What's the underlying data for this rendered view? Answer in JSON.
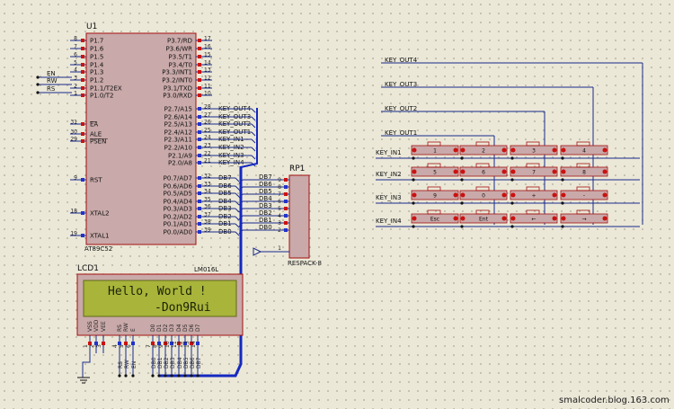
{
  "mcu": {
    "ref": "U1",
    "part": "AT89C52",
    "left_pins": [
      {
        "num": "8",
        "name": "P1.7"
      },
      {
        "num": "7",
        "name": "P1.6"
      },
      {
        "num": "6",
        "name": "P1.5"
      },
      {
        "num": "5",
        "name": "P1.4"
      },
      {
        "num": "4",
        "name": "P1.3"
      },
      {
        "num": "3",
        "name": "P1.2"
      },
      {
        "num": "2",
        "name": "P1.1/T2EX"
      },
      {
        "num": "1",
        "name": "P1.0/T2"
      },
      {
        "num": "31",
        "name": "EA"
      },
      {
        "num": "30",
        "name": "ALE"
      },
      {
        "num": "29",
        "name": "PSEN"
      },
      {
        "num": "9",
        "name": "RST"
      },
      {
        "num": "18",
        "name": "XTAL2"
      },
      {
        "num": "19",
        "name": "XTAL1"
      }
    ],
    "right_pins": [
      {
        "num": "17",
        "name": "P3.7/RD"
      },
      {
        "num": "16",
        "name": "P3.6/WR"
      },
      {
        "num": "15",
        "name": "P3.5/T1"
      },
      {
        "num": "14",
        "name": "P3.4/T0"
      },
      {
        "num": "13",
        "name": "P3.3/INT1"
      },
      {
        "num": "12",
        "name": "P3.2/INT0"
      },
      {
        "num": "11",
        "name": "P3.1/TXD"
      },
      {
        "num": "10",
        "name": "P3.0/RXD"
      },
      {
        "num": "28",
        "name": "P2.7/A15",
        "net": "KEY_OUT4"
      },
      {
        "num": "27",
        "name": "P2.6/A14",
        "net": "KEY_OUT3"
      },
      {
        "num": "26",
        "name": "P2.5/A13",
        "net": "KEY_OUT2"
      },
      {
        "num": "25",
        "name": "P2.4/A12",
        "net": "KEY_OUT1"
      },
      {
        "num": "24",
        "name": "P2.3/A11",
        "net": "KEY_IN1"
      },
      {
        "num": "23",
        "name": "P2.2/A10",
        "net": "KEY_IN2"
      },
      {
        "num": "22",
        "name": "P2.1/A9",
        "net": "KEY_IN3"
      },
      {
        "num": "21",
        "name": "P2.0/A8",
        "net": "KEY_IN4"
      },
      {
        "num": "32",
        "name": "P0.7/AD7",
        "net": "DB7"
      },
      {
        "num": "33",
        "name": "P0.6/AD6",
        "net": "DB6"
      },
      {
        "num": "34",
        "name": "P0.5/AD5",
        "net": "DB5"
      },
      {
        "num": "35",
        "name": "P0.4/AD4",
        "net": "DB4"
      },
      {
        "num": "36",
        "name": "P0.3/AD3",
        "net": "DB3"
      },
      {
        "num": "37",
        "name": "P0.2/AD2",
        "net": "DB2"
      },
      {
        "num": "38",
        "name": "P0.1/AD1",
        "net": "DB1"
      },
      {
        "num": "39",
        "name": "P0.0/AD0",
        "net": "DB0"
      }
    ],
    "control_nets": [
      "EN",
      "RW",
      "RS"
    ]
  },
  "respack": {
    "ref": "RP1",
    "part": "RESPACK-8",
    "nets": [
      "DB7",
      "DB6",
      "DB5",
      "DB4",
      "DB3",
      "DB2",
      "DB1",
      "DB0"
    ],
    "pins": [
      "9",
      "8",
      "7",
      "6",
      "5",
      "4",
      "3",
      "2",
      "1"
    ]
  },
  "lcd": {
    "ref": "LCD1",
    "part": "LM016L",
    "line1": "Hello, World !",
    "line2": "-Don9Rui",
    "screen_color": "#a8b43a",
    "pins": [
      {
        "num": "1",
        "name": "VSS"
      },
      {
        "num": "2",
        "name": "VDD"
      },
      {
        "num": "3",
        "name": "VEE"
      },
      {
        "num": "4",
        "name": "RS"
      },
      {
        "num": "5",
        "name": "RW"
      },
      {
        "num": "6",
        "name": "E"
      },
      {
        "num": "7",
        "name": "D0"
      },
      {
        "num": "8",
        "name": "D1"
      },
      {
        "num": "9",
        "name": "D2"
      },
      {
        "num": "10",
        "name": "D3"
      },
      {
        "num": "11",
        "name": "D4"
      },
      {
        "num": "12",
        "name": "D5"
      },
      {
        "num": "13",
        "name": "D6"
      },
      {
        "num": "14",
        "name": "D7"
      }
    ],
    "bottom_nets": [
      "RS",
      "RW",
      "EN",
      "DB0",
      "DB1",
      "DB2",
      "DB3",
      "DB4",
      "DB5",
      "DB6",
      "DB7"
    ]
  },
  "keypad": {
    "out_nets": [
      "KEY_OUT4",
      "KEY_OUT3",
      "KEY_OUT2",
      "KEY_OUT1"
    ],
    "in_nets": [
      "KEY_IN1",
      "KEY_IN2",
      "KEY_IN3",
      "KEY_IN4"
    ],
    "keys": [
      [
        "1",
        "2",
        "3",
        "4"
      ],
      [
        "5",
        "6",
        "7",
        "8"
      ],
      [
        "9",
        "0",
        "+",
        "-"
      ],
      [
        "Esc",
        "Ent",
        "←",
        "→"
      ]
    ]
  },
  "watermark": "smalcoder.blog.163.com",
  "colors": {
    "wire": "#1a2a8a",
    "bus": "#1428c0",
    "component": "#a30f0f",
    "body": "#c9a9a9",
    "pin_red": "#cc1111",
    "pin_blue": "#2233cc"
  }
}
